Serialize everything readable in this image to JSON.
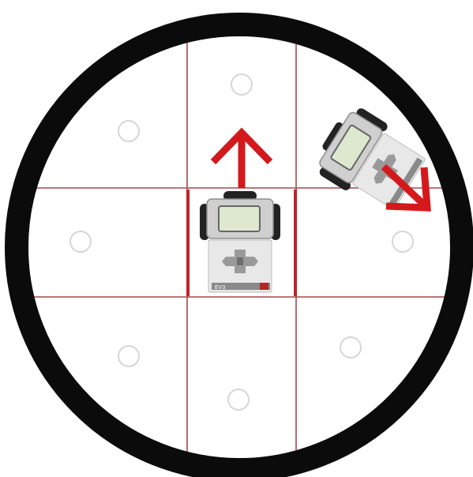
{
  "arena": {
    "background": "#ffffff",
    "ring_color": "#0b0b0b",
    "grid_line_color": "#a44a4a",
    "marker_color": "#d6d6d6",
    "highlight_color": "#c4222a"
  },
  "robots": [
    {
      "id": "center-robot",
      "heading": "up",
      "arrow_color": "#d4191d",
      "brick_label": "EV3",
      "brick_label_color": "#ffffff",
      "body_color": "#e8e8e8",
      "screen_color": "#dde8cf",
      "accent_color": "#b32626"
    },
    {
      "id": "corner-robot",
      "heading": "down-right",
      "arrow_color": "#d4191d",
      "body_color": "#e8e8e8",
      "screen_color": "#dde8cf"
    }
  ]
}
